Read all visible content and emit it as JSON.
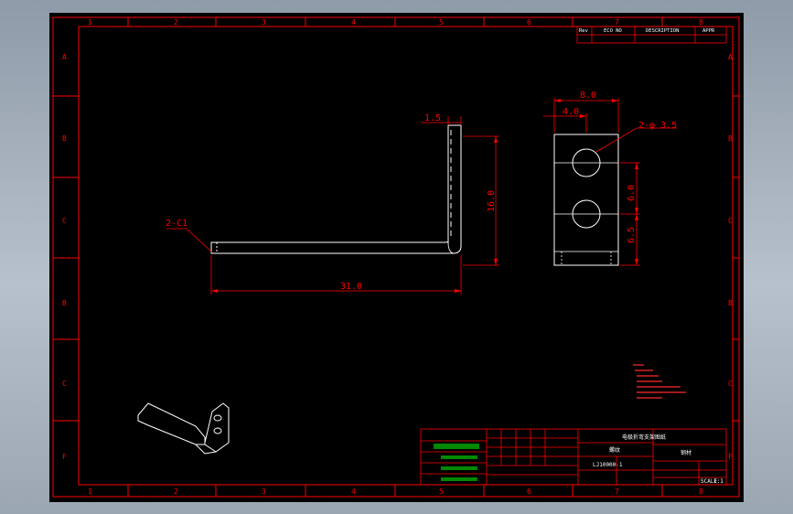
{
  "colors": {
    "background": "#000000",
    "frame": "#ff0000",
    "outline": "#ffffff",
    "dimension": "#ff0000",
    "title_block_lines": "#ff0000",
    "title_block_text": "#ffffff",
    "notes": "#ff2a2a",
    "fill_green": "#00a000"
  },
  "zone_columns": [
    "1",
    "2",
    "3",
    "4",
    "5",
    "6",
    "7",
    "8"
  ],
  "zone_rows": [
    "A",
    "B",
    "C",
    "B",
    "C",
    "F"
  ],
  "revision_table": {
    "headers": [
      "Rev",
      "ECO NO",
      "DESCRIPTION",
      "APPR"
    ]
  },
  "side_view": {
    "dim_thickness": "1.5",
    "dim_height": "16.0",
    "dim_length": "31.0",
    "chamfer_label": "2-C1"
  },
  "front_view": {
    "dim_width": "8.0",
    "dim_hole_x": "4.0",
    "hole_label": "2-φ 3.5",
    "dim_hole_pitch": "6.0",
    "dim_hole_bottom": "6.5"
  },
  "title_block": {
    "part_name": "螺纹",
    "drawing_no": "LJ10000-1",
    "project": "电极折弯支架图纸",
    "material": "钢材",
    "sheet": "1:1",
    "scale_label": "SCALE"
  }
}
